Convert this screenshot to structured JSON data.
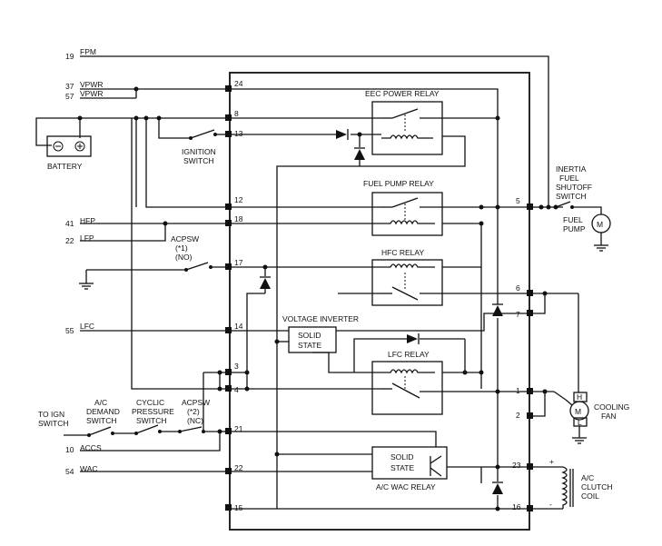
{
  "labels": {
    "fpm": "FPM",
    "fpm_num": "19",
    "vpwr1": "VPWR",
    "vpwr1_num": "37",
    "vpwr2": "VPWR",
    "vpwr2_num": "57",
    "hfp": "HFP",
    "hfp_num": "41",
    "lfp": "LFP",
    "lfp_num": "22",
    "lfc": "LFC",
    "lfc_num": "55",
    "accs": "ACCS",
    "accs_num": "10",
    "wac": "WAC",
    "wac_num": "54",
    "battery": "BATTERY",
    "ignition": [
      "IGNITION",
      "SWITCH"
    ],
    "acpsw1": [
      "ACPSW",
      "(*1)",
      "(NO)"
    ],
    "acpsw2": [
      "ACPSW",
      "(*2)",
      "(NC)"
    ],
    "to_ign": [
      "TO IGN",
      "SWITCH"
    ],
    "ac_demand": [
      "A/C",
      "DEMAND",
      "SWITCH"
    ],
    "cyclic": [
      "CYCLIC",
      "PRESSURE",
      "SWITCH"
    ],
    "eec_relay": "EEC POWER RELAY",
    "fuel_relay": "FUEL PUMP RELAY",
    "hfc_relay": "HFC RELAY",
    "voltage_inverter": "VOLTAGE INVERTER",
    "solid_state": [
      "SOLID",
      "STATE"
    ],
    "lfc_relay": "LFC RELAY",
    "wac_relay": "A/C WAC RELAY",
    "inertia": [
      "INERTIA",
      "FUEL",
      "SHUTOFF",
      "SWITCH"
    ],
    "fuel_pump": [
      "FUEL",
      "PUMP"
    ],
    "cooling_fan": [
      "COOLING",
      "FAN"
    ],
    "clutch": [
      "A/C",
      "CLUTCH",
      "COIL"
    ],
    "motor": "M",
    "fan_h": "H",
    "fan_l": "L",
    "plus": "+",
    "minus": "-"
  },
  "pins_left": [
    "24",
    "8",
    "13",
    "12",
    "18",
    "17",
    "14",
    "3",
    "4",
    "21",
    "22",
    "15"
  ],
  "pins_right": [
    "5",
    "6",
    "7",
    "1",
    "2",
    "23",
    "16"
  ]
}
